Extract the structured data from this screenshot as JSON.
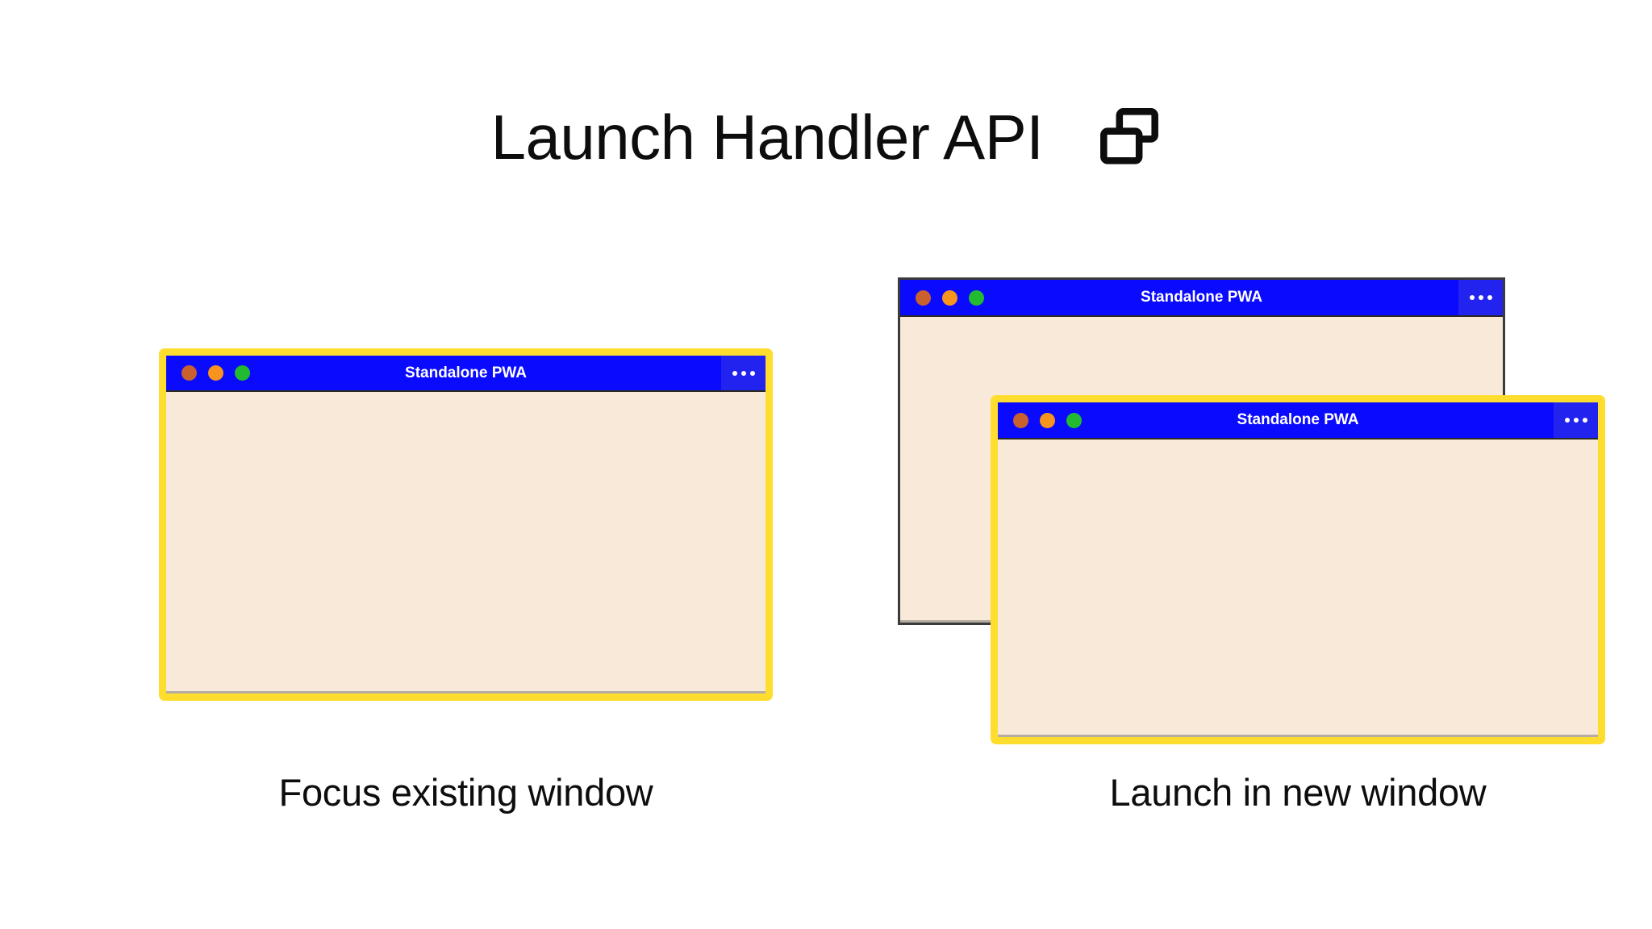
{
  "header": {
    "title": "Launch Handler API",
    "icon": "two-windows-icon"
  },
  "windows": [
    {
      "id": "focus-existing",
      "title": "Standalone PWA",
      "focused": true,
      "highlight_color": "#ffdd2e",
      "titlebar_color": "#0a0aff",
      "body_color": "#f8e9d9",
      "traffic_lights": [
        "close-dot",
        "minimize-dot",
        "maximize-dot"
      ],
      "menu_label": "•••"
    },
    {
      "id": "launch-new-back",
      "title": "Standalone PWA",
      "focused": false,
      "highlight_color": "#3b3b3b",
      "titlebar_color": "#0a0aff",
      "body_color": "#f8e9d9",
      "traffic_lights": [
        "close-dot",
        "minimize-dot",
        "maximize-dot"
      ],
      "menu_label": "•••"
    },
    {
      "id": "launch-new-front",
      "title": "Standalone PWA",
      "focused": true,
      "highlight_color": "#ffdd2e",
      "titlebar_color": "#0a0aff",
      "body_color": "#f8e9d9",
      "traffic_lights": [
        "close-dot",
        "minimize-dot",
        "maximize-dot"
      ],
      "menu_label": "•••"
    }
  ],
  "captions": {
    "left": "Focus existing window",
    "right": "Launch in new window"
  },
  "colors": {
    "background": "#ffffff",
    "accent_blue": "#0a0aff",
    "focus_yellow": "#ffdd2e",
    "window_cream": "#f8e9d9",
    "dot_red": "#c9612e",
    "dot_yellow": "#f7941e",
    "dot_green": "#22bb2f",
    "text": "#0d0d0d"
  }
}
